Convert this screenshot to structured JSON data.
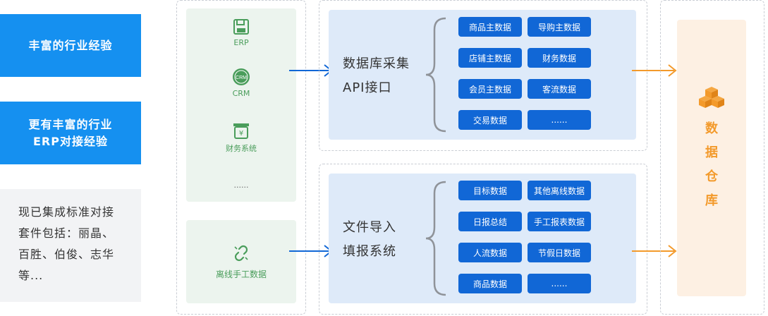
{
  "left_cards": {
    "card1": "丰富的行业经验",
    "card2_line1": "更有丰富的行业",
    "card2_line2": "ERP对接经验",
    "card3_lines": [
      "现已集成标准对接",
      "套件包括：丽晶、",
      "百胜、伯俊、志华",
      "等..."
    ]
  },
  "sources": {
    "erp": {
      "label": "ERP",
      "icon": "floppy-disk-icon"
    },
    "crm": {
      "label": "CRM",
      "icon_text": "CRM",
      "icon": "crm-badge-icon"
    },
    "finance": {
      "label": "财务系统",
      "icon_text": "¥",
      "icon": "cash-register-icon"
    },
    "more": "......",
    "offline": {
      "label": "离线手工数据",
      "icon": "broken-link-icon"
    }
  },
  "methods": {
    "api_line1": "数据库采集",
    "api_line2": "API接口",
    "file_line1": "文件导入",
    "file_line2": "填报系统"
  },
  "api_tags": [
    "商品主数据",
    "导购主数据",
    "店铺主数据",
    "财务数据",
    "会员主数据",
    "客流数据",
    "交易数据",
    "......"
  ],
  "file_tags": [
    "目标数据",
    "其他离线数据",
    "日报总结",
    "手工报表数据",
    "人流数据",
    "节假日数据",
    "商品数据",
    "......"
  ],
  "warehouse": {
    "chars": [
      "数",
      "据",
      "仓",
      "库"
    ],
    "icon": "boxes-icon"
  },
  "colors": {
    "blue": "#1590f0",
    "tag_blue": "#1167d6",
    "orange": "#f39a2b",
    "green": "#4a9d5b"
  }
}
